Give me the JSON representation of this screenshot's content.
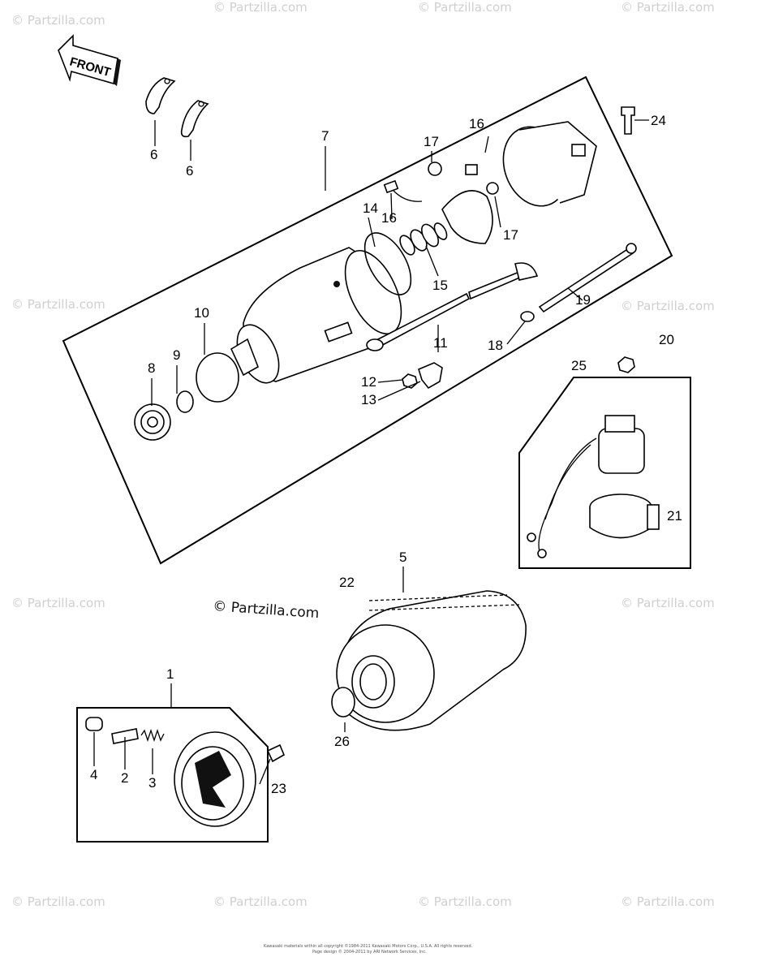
{
  "watermarks": {
    "text": "© Partzilla.com",
    "main": "© Partzilla.com"
  },
  "front_arrow": {
    "label": "FRONT"
  },
  "callouts": [
    "1",
    "2",
    "3",
    "4",
    "5",
    "6",
    "6",
    "7",
    "8",
    "9",
    "10",
    "11",
    "12",
    "13",
    "14",
    "15",
    "16",
    "16",
    "17",
    "17",
    "18",
    "19",
    "20",
    "21",
    "22",
    "23",
    "24",
    "25",
    "26"
  ],
  "footer": {
    "line1": "Kawasaki materials within all copyright ©1984-2011 Kawasaki Motors Corp., U.S.A. All rights reserved.",
    "line2": "Page design © 2004-2011 by ARI Network Services, Inc."
  }
}
